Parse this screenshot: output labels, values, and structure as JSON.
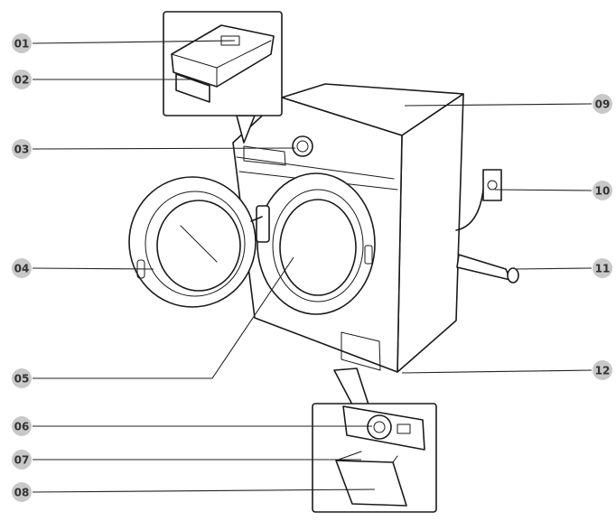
{
  "labels": [
    "01",
    "02",
    "03",
    "04",
    "05",
    "06",
    "07",
    "08",
    "09",
    "10",
    "11",
    "12"
  ],
  "colors": {
    "badge": "#c8c8c8",
    "line": "#1a1a1a",
    "background": "#ffffff"
  }
}
